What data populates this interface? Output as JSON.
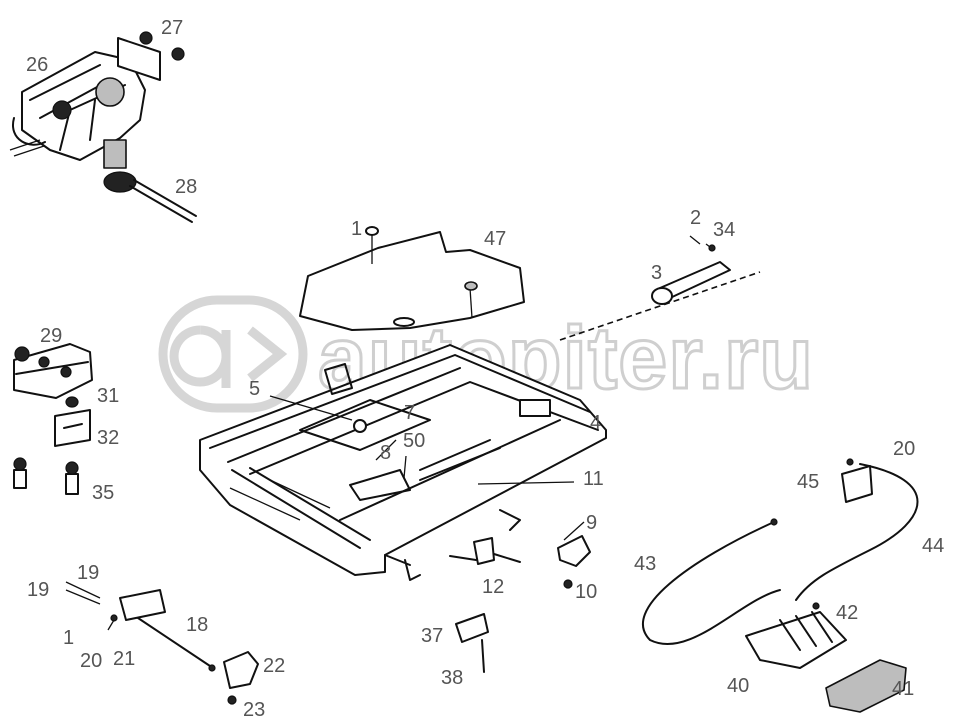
{
  "watermark": "autopiter.ru",
  "callouts": {
    "c1": "1",
    "c2": "2",
    "c3": "3",
    "c4": "4",
    "c5": "5",
    "c7": "7",
    "c8": "8",
    "c9": "9",
    "c10": "10",
    "c11": "11",
    "c12": "12",
    "c18": "18",
    "c19a": "19",
    "c19b": "19",
    "c20a": "20",
    "c20b": "20",
    "c21": "21",
    "c22": "22",
    "c23": "23",
    "c26": "26",
    "c27": "27",
    "c28": "28",
    "c29": "29",
    "c31": "31",
    "c32": "32",
    "c34": "34",
    "c35": "35",
    "c37": "37",
    "c38": "38",
    "c40": "40",
    "c41": "41",
    "c42": "42",
    "c43": "43",
    "c44": "44",
    "c45": "45",
    "c47": "47",
    "c50": "50",
    "c1b": "1"
  }
}
